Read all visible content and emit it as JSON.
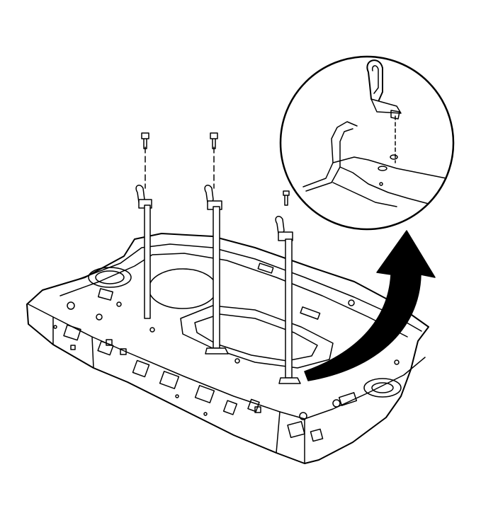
{
  "diagram": {
    "type": "technical-line-drawing",
    "subject": "rear-compartment-pan-with-tie-down-hooks",
    "stroke_color": "#000000",
    "fill_color": "#ffffff",
    "arrow_color": "#000000",
    "callout": "detail-view-of-hook-attachment"
  }
}
